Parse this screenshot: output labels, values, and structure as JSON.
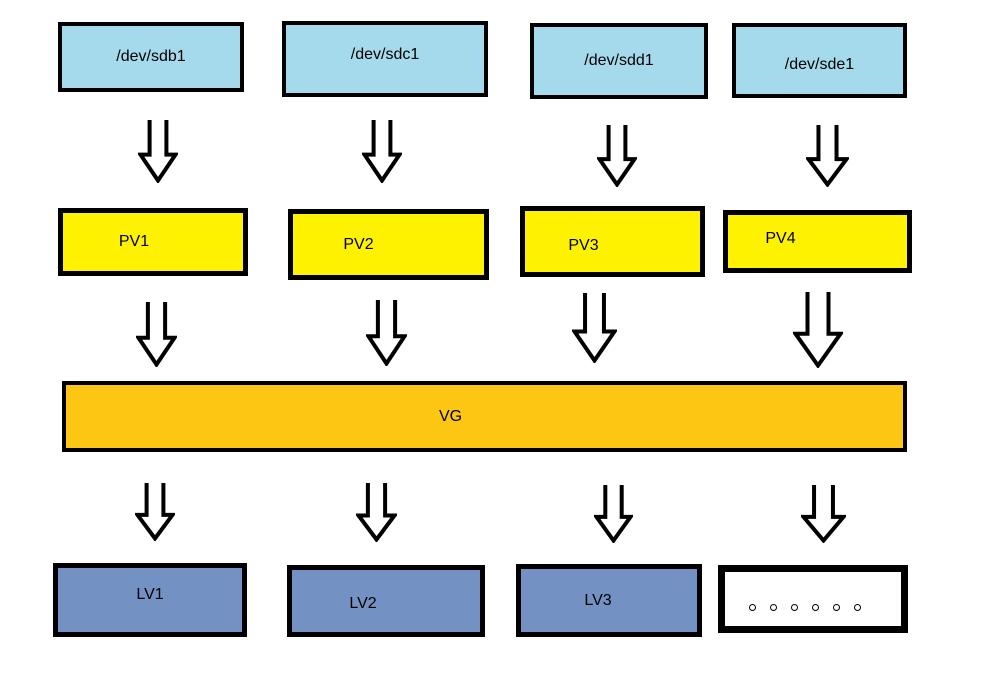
{
  "diagram": {
    "disks": [
      {
        "label": "/dev/sdb1"
      },
      {
        "label": "/dev/sdc1"
      },
      {
        "label": "/dev/sdd1"
      },
      {
        "label": "/dev/sde1"
      }
    ],
    "physical_volumes": [
      {
        "label": "PV1"
      },
      {
        "label": "PV2"
      },
      {
        "label": "PV3"
      },
      {
        "label": "PV4"
      }
    ],
    "volume_group": {
      "label": "VG"
    },
    "logical_volumes": [
      {
        "label": "LV1"
      },
      {
        "label": "LV2"
      },
      {
        "label": "LV3"
      }
    ],
    "more_lvs_placeholder": {
      "dot_count": 6
    },
    "icons": {
      "arrow": "down-arrow-icon"
    },
    "colors": {
      "disk_fill": "#A4DAEB",
      "pv_fill": "#FFF200",
      "vg_fill": "#FDC613",
      "lv_fill": "#7391C2",
      "border": "#000000",
      "background": "#FFFFFF"
    }
  }
}
